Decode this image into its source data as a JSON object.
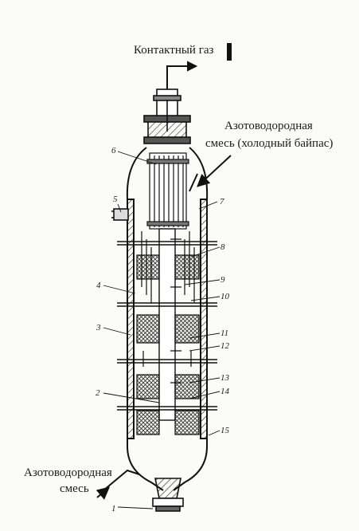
{
  "labels": {
    "top": "Контактный газ",
    "bypass_line1": "Азотоводородная",
    "bypass_line2": "смесь (холодный байпас)",
    "bottom_line1": "Азотоводородная",
    "bottom_line2": "смесь"
  },
  "numbers": {
    "n1": "1",
    "n2": "2",
    "n3": "3",
    "n4": "4",
    "n5": "5",
    "n6": "6",
    "n7": "7",
    "n8": "8",
    "n9": "9",
    "n10": "10",
    "n11": "11",
    "n12": "12",
    "n13": "13",
    "n14": "14",
    "n15": "15"
  }
}
